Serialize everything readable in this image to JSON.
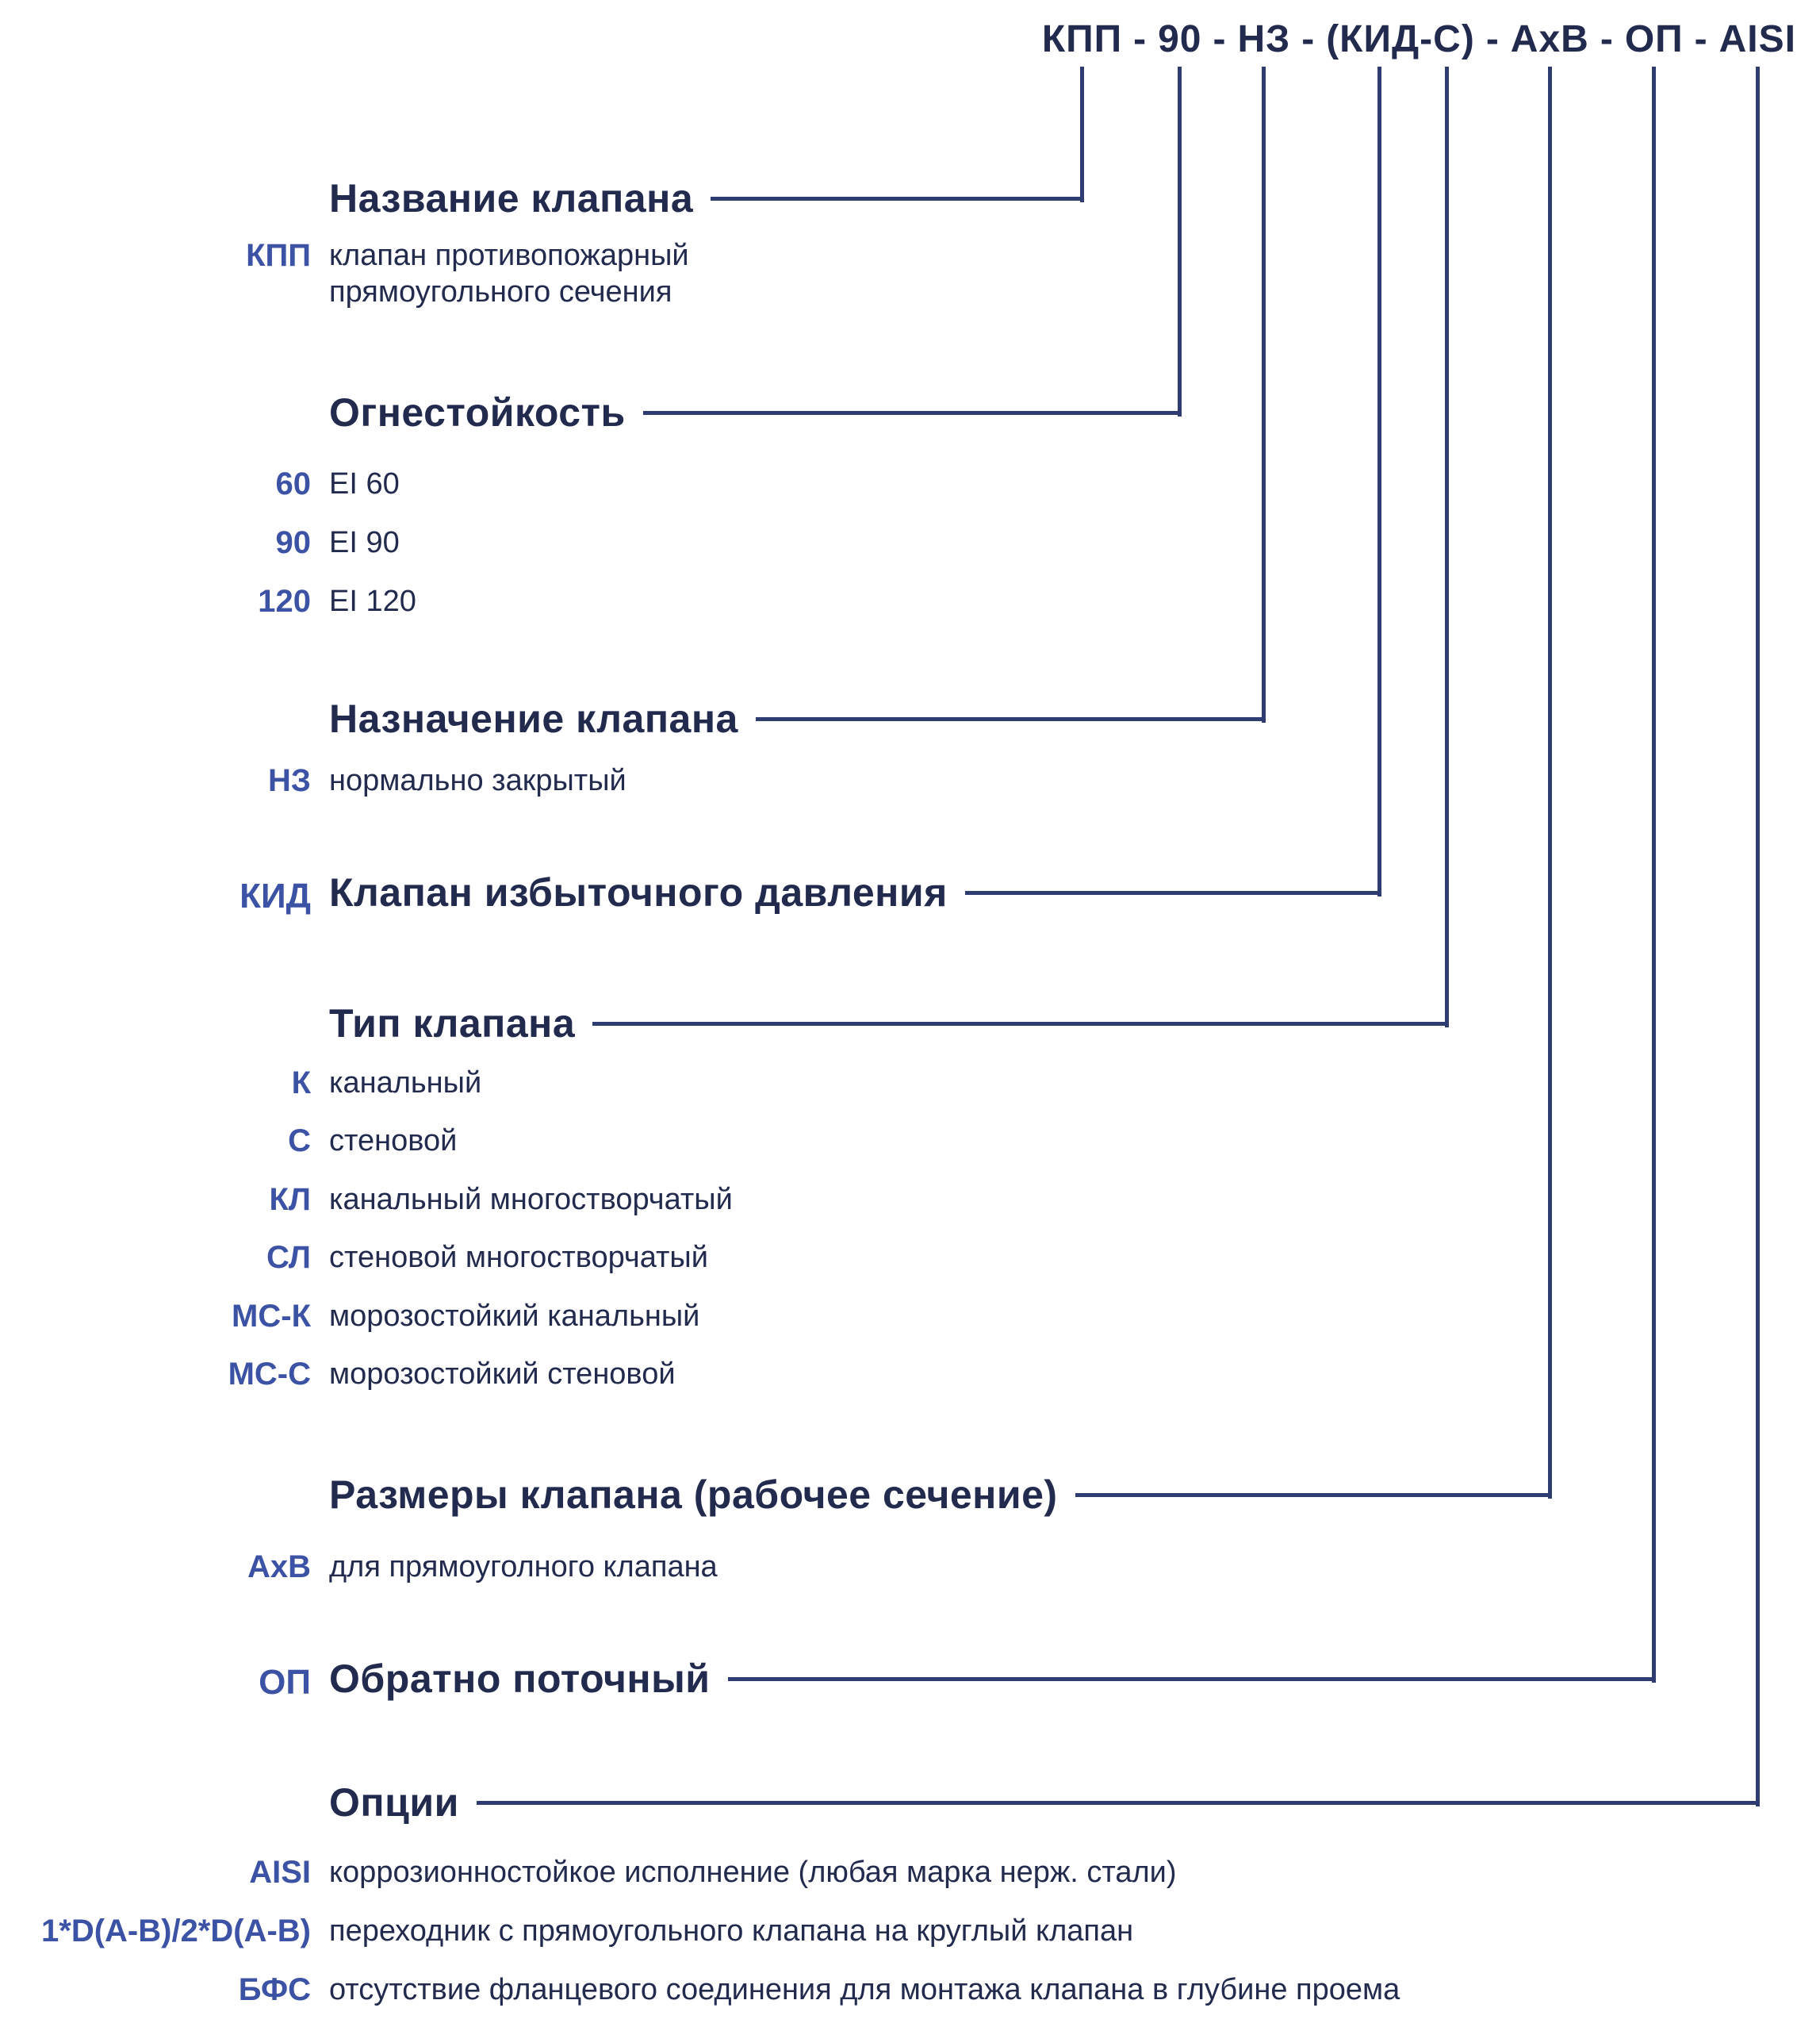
{
  "colors": {
    "text": "#222a4e",
    "abbr": "#3c52a5",
    "line": "#2e3c72"
  },
  "code": {
    "name": "КПП",
    "fire": "90",
    "purpose": "НЗ",
    "group_open": "(",
    "kid": "КИД",
    "group_dash": "-",
    "type": "С",
    "group_close": ")",
    "size": "АхВ",
    "op": "ОП",
    "options": "AISI",
    "sep": "-"
  },
  "sections": {
    "name": {
      "title": "Название клапана",
      "items": [
        {
          "abbr": "КПП",
          "desc": "клапан противопожарный\nпрямоугольного сечения"
        }
      ]
    },
    "fire": {
      "title": "Огнестойкость",
      "items": [
        {
          "abbr": "60",
          "desc": "EI 60"
        },
        {
          "abbr": "90",
          "desc": "EI 90"
        },
        {
          "abbr": "120",
          "desc": "EI 120"
        }
      ]
    },
    "purpose": {
      "title": "Назначение клапана",
      "items": [
        {
          "abbr": "НЗ",
          "desc": "нормально закрытый"
        }
      ]
    },
    "kid": {
      "abbr": "КИД",
      "title": "Клапан избыточного давления"
    },
    "type": {
      "title": "Тип клапана",
      "items": [
        {
          "abbr": "К",
          "desc": "канальный"
        },
        {
          "abbr": "С",
          "desc": "стеновой"
        },
        {
          "abbr": "КЛ",
          "desc": "канальный многостворчатый"
        },
        {
          "abbr": "СЛ",
          "desc": "стеновой многостворчатый"
        },
        {
          "abbr": "МС-К",
          "desc": "морозостойкий канальный"
        },
        {
          "abbr": "МС-С",
          "desc": "морозостойкий стеновой"
        }
      ]
    },
    "size": {
      "title": "Размеры клапана (рабочее сечение)",
      "items": [
        {
          "abbr": "АхВ",
          "desc": "для прямоуголного клапана"
        }
      ]
    },
    "op": {
      "abbr": "ОП",
      "title": "Обратно поточный"
    },
    "options": {
      "title": "Опции",
      "items": [
        {
          "abbr": "AISI",
          "desc": "коррозионностойкое исполнение (любая марка нерж. стали)"
        },
        {
          "abbr": "1*D(А-В)/2*D(А-В)",
          "desc": "переходник с прямоугольного клапана на круглый клапан"
        },
        {
          "abbr": "БФС",
          "desc": "отсутствие фланцевого соединения для монтажа клапана в глубине проема"
        }
      ]
    }
  }
}
